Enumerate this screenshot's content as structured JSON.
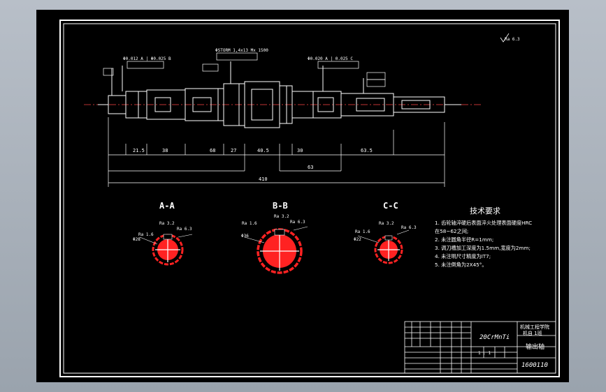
{
  "drawing": {
    "roughness_mark": "Ra 6.3",
    "section_titles": [
      "A-A",
      "B-B",
      "C-C"
    ],
    "overall_length": "410",
    "dimensions_lower": [
      "21.5",
      "38",
      "68",
      "27",
      "40.5",
      "30",
      "63.5"
    ],
    "dimensions_mid": [
      "63"
    ],
    "tolerances_top": [
      "Φ0.012 A | Φ0.025 B",
      "ΦSTORM 1,4x13 Mx 1500",
      "Φ0.020 A | 0.025 C"
    ],
    "section_labels": {
      "a": [
        "Ra 1.6",
        "Ra 6.3",
        "Ra 3.2",
        "Φ28"
      ],
      "b": [
        "Ra 1.6",
        "Ra 6.3",
        "Ra 3.2",
        "Φ36"
      ],
      "c": [
        "Ra 1.6",
        "Ra 6.3",
        "Ra 3.2",
        "Φ22"
      ]
    }
  },
  "notes": {
    "title": "技术要求",
    "lines": [
      "1. 齿轮轴淬硬后表面淬火处理表面硬度HRC",
      "在58~62之间;",
      "2. 未注圆角半径R=1mm;",
      "3. 调刀槽加工深度为1.5mm,宽度为2mm;",
      "4. 未注明尺寸精度为IT7;",
      "5. 未注倒角为2X45°。"
    ]
  },
  "title_block": {
    "material": "20CrMnTi",
    "company": "机械工程学院",
    "class": "机自 1班",
    "part_name": "输出轴",
    "drawing_no": "1600110",
    "scale_row": "1 : 1"
  }
}
